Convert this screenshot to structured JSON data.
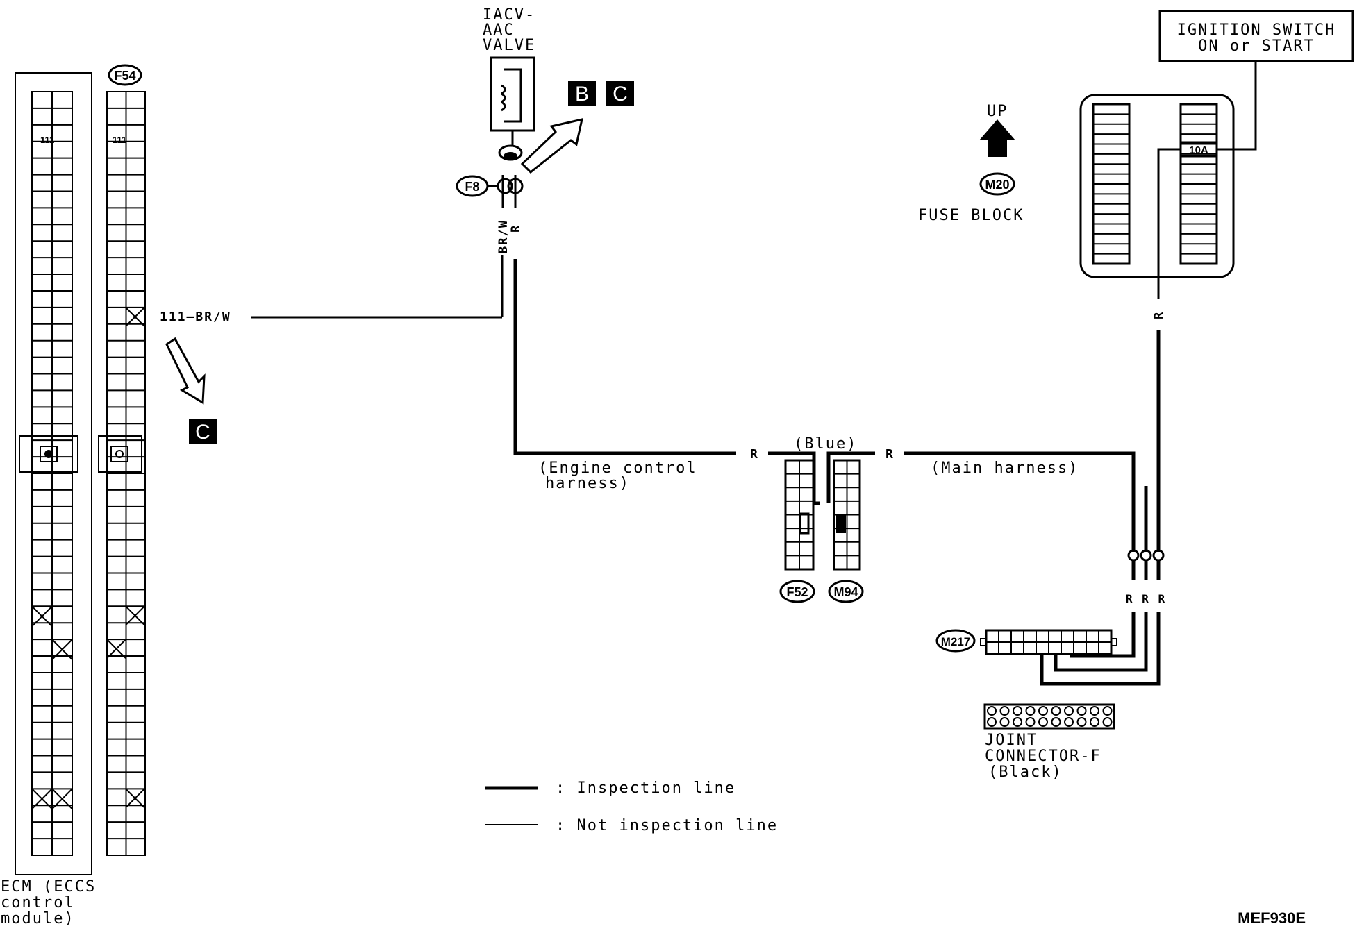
{
  "components": {
    "iacv": {
      "line1": "IACV-",
      "line2": "AAC",
      "line3": "VALVE"
    },
    "ignition_switch": {
      "line1": "IGNITION SWITCH",
      "line2": "ON or START"
    },
    "fuse": {
      "rating": "10A"
    },
    "fuse_block": {
      "label": "FUSE BLOCK",
      "up_label": "UP"
    },
    "ecm": {
      "line1": "ECM (ECCS",
      "line2": "control",
      "line3": "module)",
      "terminal_111_a": "111",
      "terminal_111_b": "111"
    },
    "joint_connector": {
      "line1": "JOINT",
      "line2": "CONNECTOR-F",
      "line3": "(Black)"
    }
  },
  "connectors": {
    "f54": "F54",
    "f8": "F8",
    "m20": "M20",
    "f52": "F52",
    "m94": "M94",
    "m217": "M217",
    "blue": "(Blue)"
  },
  "wires": {
    "ecm_wire": "111—BR/W",
    "brw": "BR/W",
    "r_f8": "R",
    "r_left": "R",
    "r_right": "R",
    "r_fuse": "R",
    "r_joint": "R R R",
    "engine_harness_1": "(Engine control",
    "engine_harness_2": "harness)",
    "main_harness": "(Main harness)"
  },
  "references": {
    "ref_b": "B",
    "ref_c1": "C",
    "ref_c2": "C"
  },
  "legend": {
    "inspection": ": Inspection line",
    "not_inspection": ": Not inspection line"
  },
  "figure_code": "MEF930E"
}
